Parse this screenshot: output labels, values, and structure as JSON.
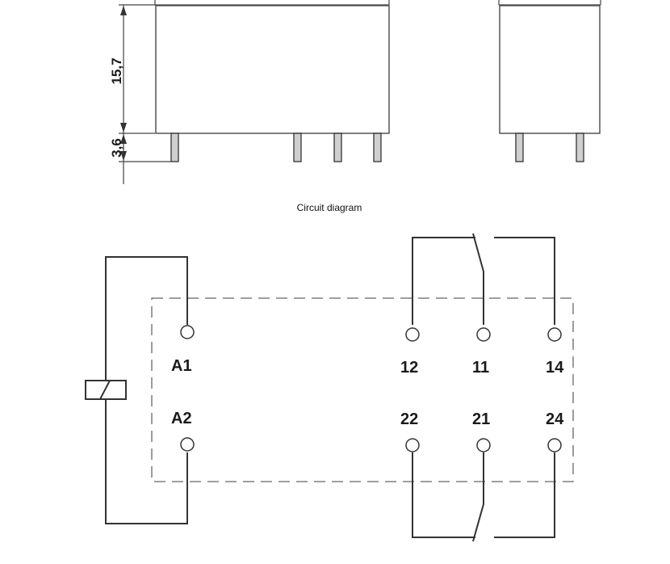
{
  "dimensions": {
    "body_height": "15,7",
    "pin_length": "3,6"
  },
  "section": {
    "caption": "Circuit diagram"
  },
  "terminals": {
    "coil_top": "A1",
    "coil_bottom": "A2",
    "contact1_nc": "12",
    "contact1_com": "11",
    "contact1_no": "14",
    "contact2_nc": "22",
    "contact2_com": "21",
    "contact2_no": "24"
  }
}
